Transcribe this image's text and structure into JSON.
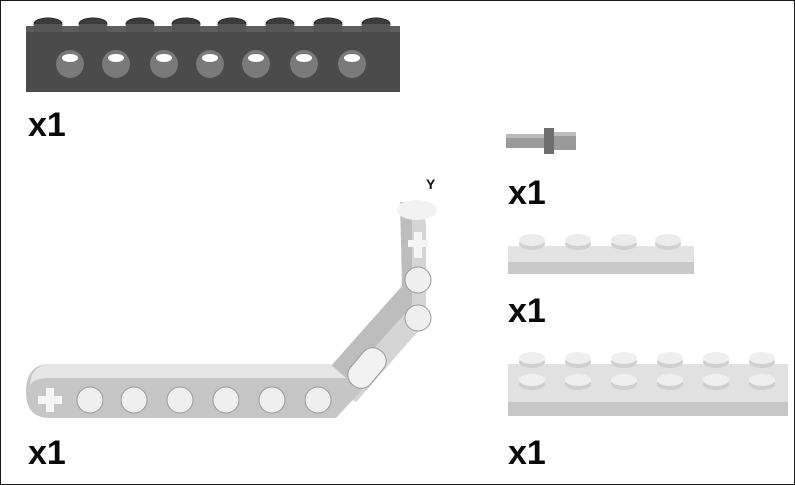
{
  "parts": [
    {
      "quantity_label": "x1",
      "icon": "technic-brick-1x8-dark-gray"
    },
    {
      "quantity_label": "x1",
      "icon": "technic-pin-connector-gray"
    },
    {
      "quantity_label": "x1",
      "icon": "plate-1x4-light-gray"
    },
    {
      "quantity_label": "x1",
      "icon": "plate-2x6-light-gray"
    },
    {
      "quantity_label": "x1",
      "icon": "technic-liftarm-bent-light-gray"
    }
  ],
  "annotations": {
    "liftarm_marker": "Y"
  },
  "colors": {
    "dark_brick": "#4a4a4a",
    "light_part": "#d9d9d9",
    "text": "#0a0a0a"
  }
}
